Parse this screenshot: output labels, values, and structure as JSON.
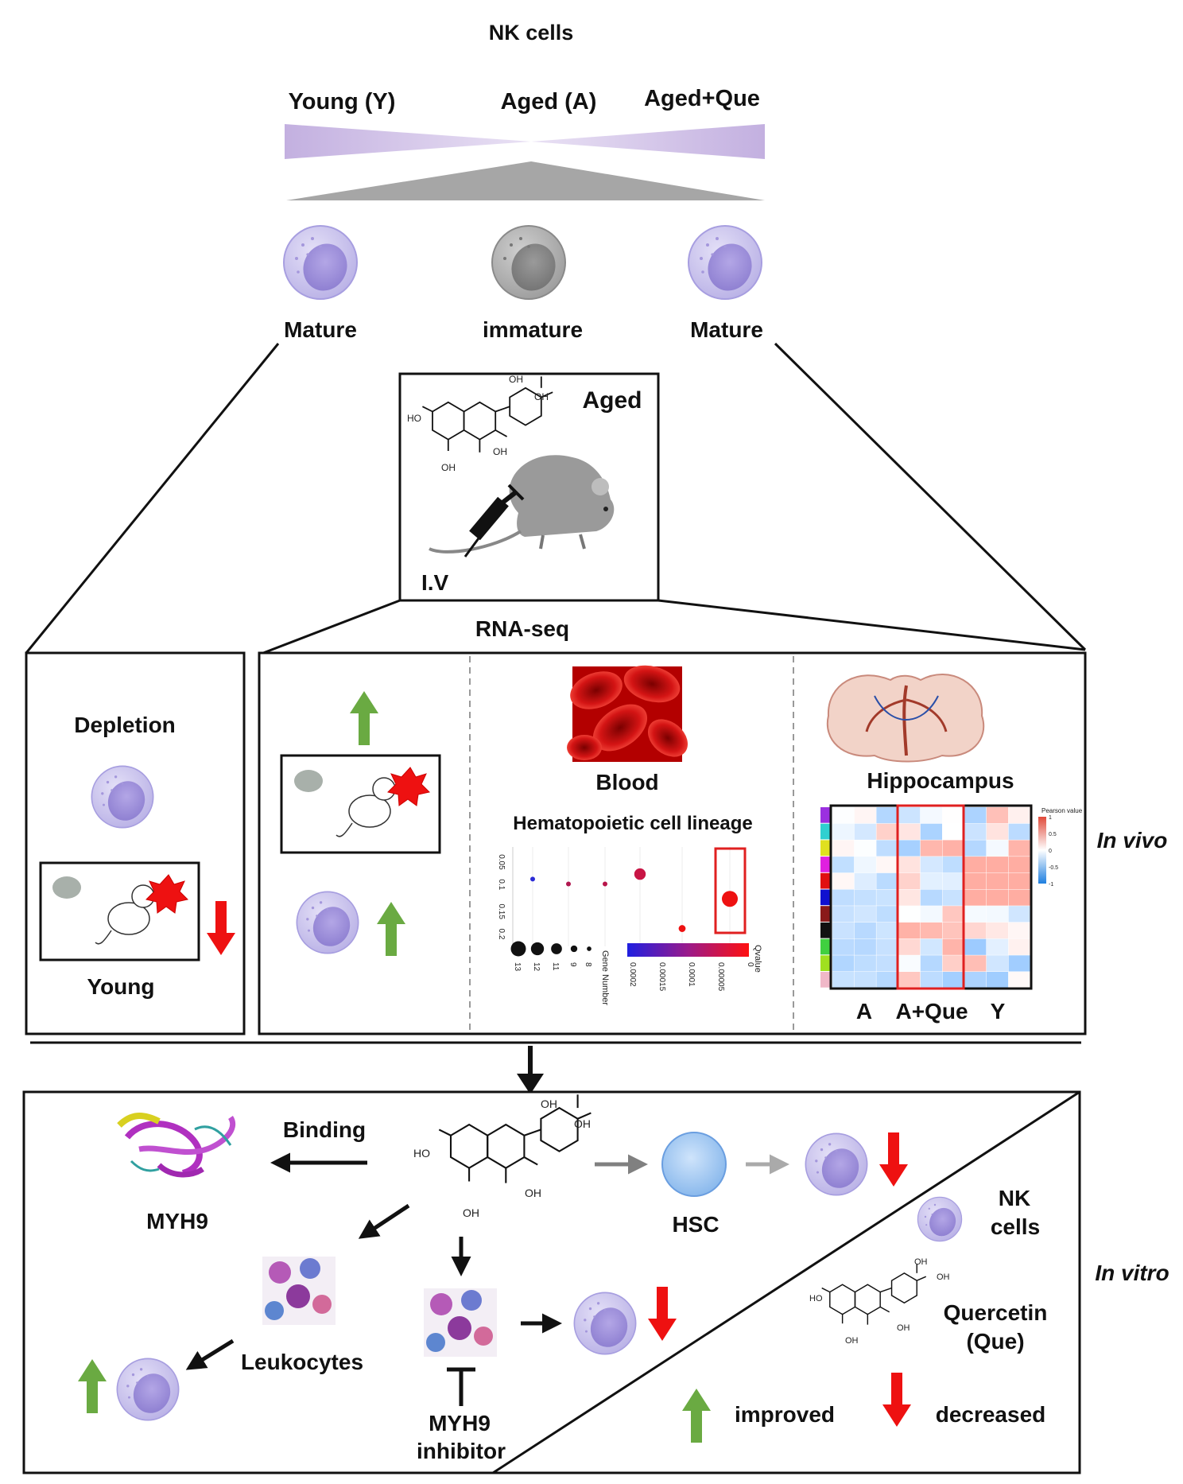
{
  "title": "NK cells",
  "groups": {
    "young": "Young (Y)",
    "aged": "Aged (A)",
    "aged_que": "Aged+Que"
  },
  "maturity": {
    "left": "Mature",
    "middle": "immature",
    "right": "Mature"
  },
  "treatment_box": {
    "label": "Aged",
    "route": "I.V"
  },
  "rna_seq": "RNA-seq",
  "depletion_panel": {
    "title": "Depletion",
    "caption": "Young"
  },
  "blood": {
    "title": "Blood",
    "chart_title": "Hematopoietic cell lineage",
    "gene_number_title": "Gene Number",
    "gene_number_values": [
      "13",
      "12",
      "11",
      "9",
      "8"
    ],
    "qvalue_title": "Qvalue",
    "qvalue_ticks": [
      "0.0002",
      "0.00015",
      "0.0001",
      "0.00005",
      "0"
    ],
    "y_ticks": [
      "0.05",
      "0.1",
      "0.15",
      "0.2"
    ]
  },
  "chart_data": {
    "type": "scatter",
    "title": "Hematopoietic cell lineage",
    "ylim": [
      0.04,
      0.22
    ],
    "series": [
      {
        "points": [
          {
            "y": 0.1,
            "gene_number": 8,
            "qvalue": 0.00018,
            "color": "#2b2bd6"
          },
          {
            "y": 0.11,
            "gene_number": 8,
            "qvalue": 8e-05,
            "color": "#b0174f"
          },
          {
            "y": 0.11,
            "gene_number": 8,
            "qvalue": 7e-05,
            "color": "#b8154a"
          },
          {
            "y": 0.09,
            "gene_number": 11,
            "qvalue": 6e-05,
            "color": "#c81545"
          },
          {
            "y": 0.2,
            "gene_number": 9,
            "qvalue": 1e-05,
            "color": "#ee1111"
          },
          {
            "y": 0.14,
            "gene_number": 13,
            "qvalue": 5e-06,
            "color": "#ee1111"
          }
        ]
      }
    ]
  },
  "hippocampus": {
    "title": "Hippocampus",
    "columns": [
      "A",
      "A+Que",
      "Y"
    ],
    "legend_title": "Pearson value",
    "legend_ticks": [
      "1",
      "0.5",
      "0",
      "-0.5",
      "-1"
    ]
  },
  "in_vivo": "In vivo",
  "in_vitro": "In vitro",
  "quercetin_oh": "OH",
  "quercetin_ho": "HO",
  "vitro": {
    "binding": "Binding",
    "myh9": "MYH9",
    "hsc": "HSC",
    "leukocytes": "Leukocytes",
    "myh9_inhibitor_line1": "MYH9",
    "myh9_inhibitor_line2": "inhibitor"
  },
  "legend": {
    "nk_line1": "NK",
    "nk_line2": "cells",
    "que_line1": "Quercetin",
    "que_line2": "(Que)",
    "improved": "improved",
    "decreased": "decreased"
  },
  "colors": {
    "nk_cell": "#c9c3eb",
    "nk_nucleus": "#9d8fd6",
    "immature_cell": "#a9a9a9",
    "wedge_purple": "#c3b0e0",
    "wedge_gray": "#a6a6a6",
    "arrow_up": "#6aaa42",
    "arrow_down": "#ee1111",
    "highlight": "#e02020",
    "hsc": "#8fbff0"
  }
}
